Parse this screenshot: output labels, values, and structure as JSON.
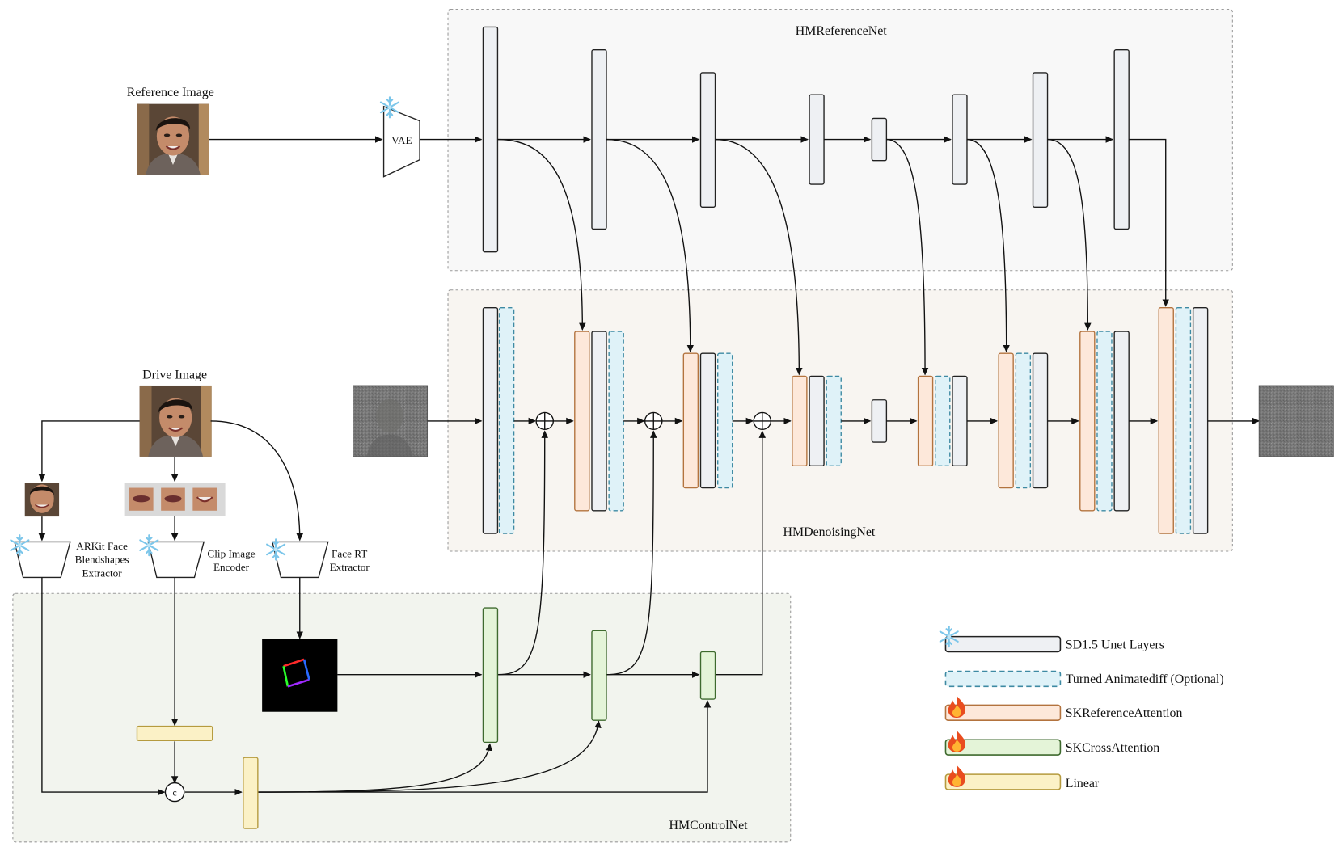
{
  "labels": {
    "reference_image": "Reference Image",
    "drive_image": "Drive Image",
    "vae": "VAE",
    "arkit": [
      "ARKit Face",
      "Blendshapes",
      "Extractor"
    ],
    "clip": [
      "Clip Image",
      "Encoder"
    ],
    "face_rt": [
      "Face RT",
      "Extractor"
    ],
    "concat": "c"
  },
  "panels": {
    "reference_net": "HMReferenceNet",
    "denoising_net": "HMDenoisingNet",
    "control_net": "HMControlNet"
  },
  "legend": [
    {
      "label": "SD1.5 Unet Layers",
      "type": "unet",
      "badge": "snowflake"
    },
    {
      "label": "Turned Animatediff (Optional)",
      "type": "animatediff",
      "badge": ""
    },
    {
      "label": "SKReferenceAttention",
      "type": "skref",
      "badge": "flame"
    },
    {
      "label": "SKCrossAttention",
      "type": "skcross",
      "badge": "flame"
    },
    {
      "label": "Linear",
      "type": "linear",
      "badge": "flame"
    }
  ],
  "colors": {
    "unet_fill": "#eef0f3",
    "animatediff_fill": "#dff2f8",
    "animatediff_stroke": "#3e8aa3",
    "skref_fill": "#fde8da",
    "skref_stroke": "#b3733e",
    "skcross_fill": "#e4f4d8",
    "skcross_stroke": "#3e6a2e",
    "linear_fill": "#fbf1c6",
    "linear_stroke": "#b59a3e",
    "ref_panel_bg": "#f8f8f8",
    "denoise_panel_bg": "#f8f5f1",
    "control_panel_bg": "#f2f4ee"
  }
}
